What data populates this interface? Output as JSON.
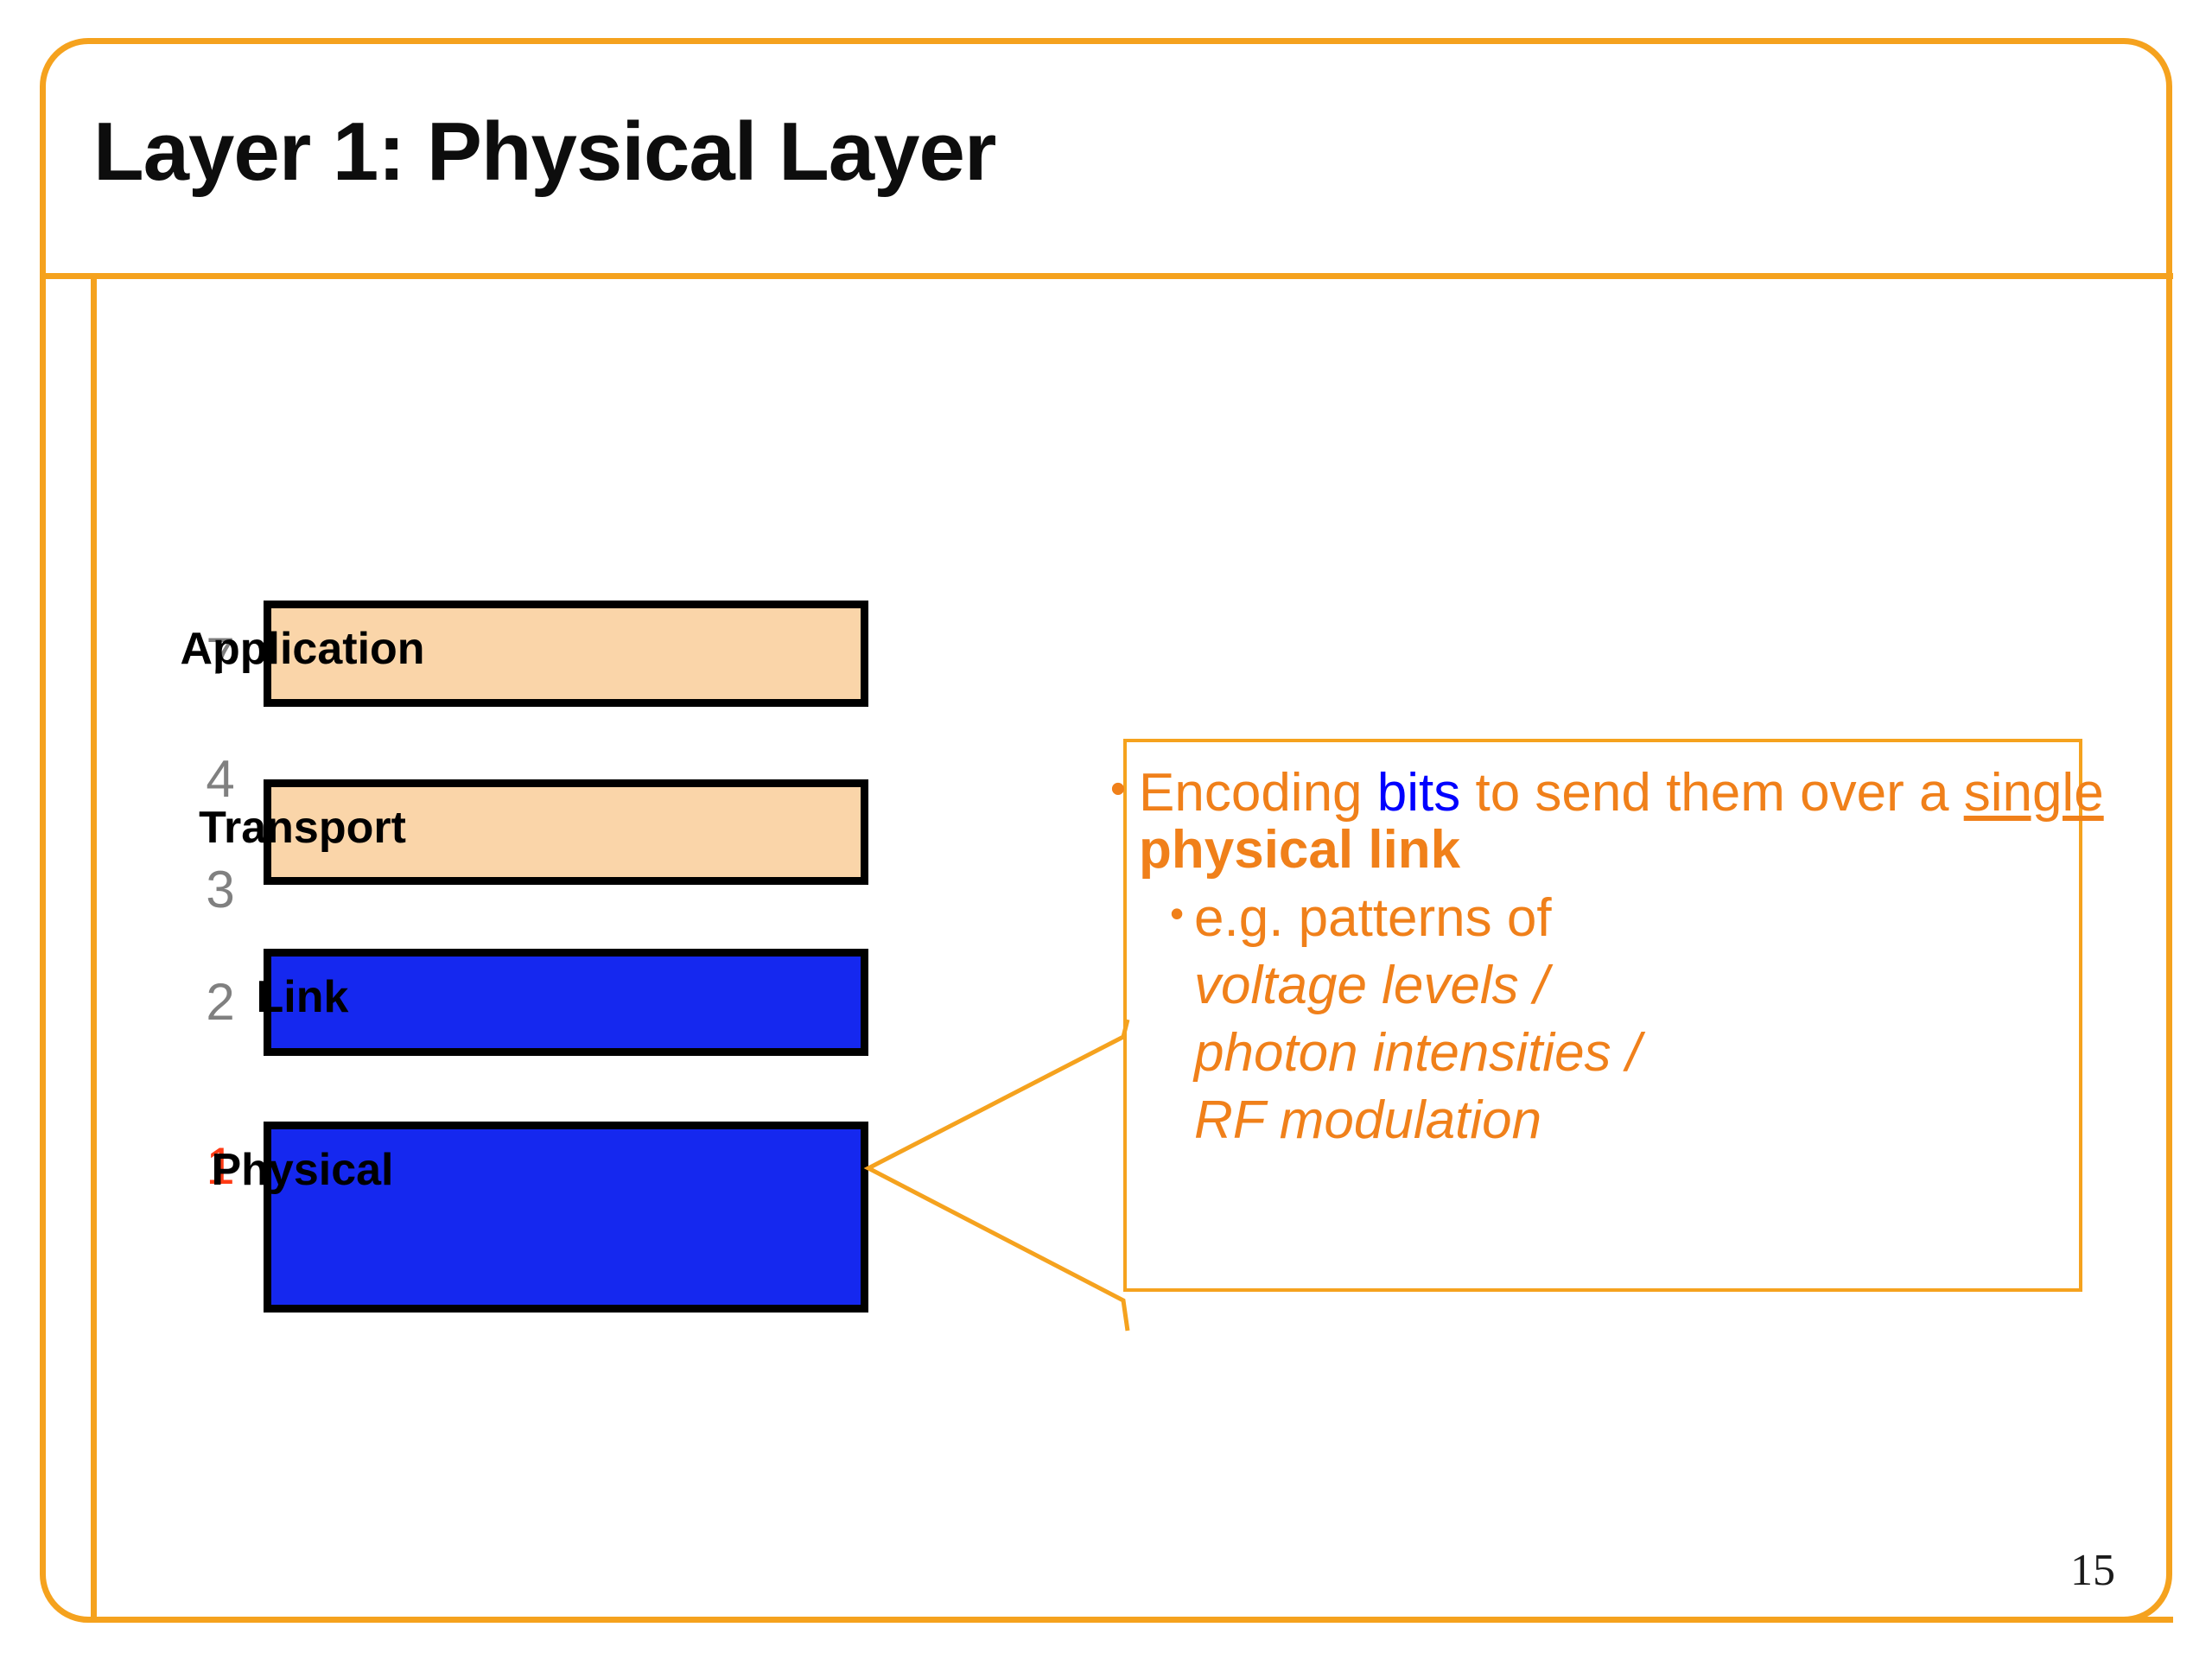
{
  "slide": {
    "title": "Layer 1: Physical Layer",
    "page_number": "15",
    "frame_color": "#F5A21E"
  },
  "stack": {
    "layers": [
      {
        "number": "7",
        "label": "Application",
        "fill": "#FAD5A9",
        "number_color": "#808080"
      },
      {
        "number": "4",
        "label": "Transport",
        "fill": "#FAD5A9",
        "number_color": "#808080"
      },
      {
        "number": "3",
        "label": "",
        "fill": "",
        "number_color": "#808080"
      },
      {
        "number": "2",
        "label": "Link",
        "fill": "#1528EF",
        "number_color": "#808080"
      },
      {
        "number": "1",
        "label": "Physical",
        "fill": "#1528EF",
        "number_color": "#FF3B15"
      }
    ]
  },
  "callout": {
    "border_color": "#F5A21E",
    "text_color": "#F0801A",
    "bullet_glyph": "•",
    "main": {
      "part1": "Encoding ",
      "highlight": "bits",
      "highlight_color": "#0000FF",
      "part2": " to send them over a ",
      "underlined": "single",
      "part3": " ",
      "bold": "physical link"
    },
    "sub": {
      "intro": "e.g. patterns of",
      "examples": [
        "voltage levels /",
        "photon intensities /",
        "RF modulation"
      ]
    }
  }
}
